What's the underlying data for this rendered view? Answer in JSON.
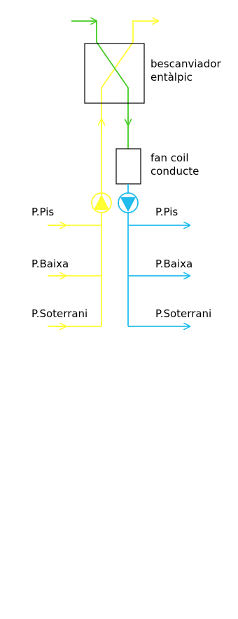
{
  "colors": {
    "yellow": "#ffff33",
    "green": "#44cc22",
    "blue": "#22bbee",
    "black": "#000000",
    "background": "#ffffff"
  },
  "components": {
    "exchanger": {
      "label_line1": "bescanviador",
      "label_line2": "entàlpic",
      "icon": "box"
    },
    "fancoil": {
      "label_line1": "fan coil",
      "label_line2": "conducte",
      "icon": "box"
    },
    "pump_yellow": {
      "icon": "pump-triangle-up"
    },
    "pump_blue": {
      "icon": "pump-triangle-down"
    }
  },
  "left_branches": [
    {
      "label": "P.Pis"
    },
    {
      "label": "P.Baixa"
    },
    {
      "label": "P.Soterrani"
    }
  ],
  "right_branches": [
    {
      "label": "P.Pis"
    },
    {
      "label": "P.Baixa"
    },
    {
      "label": "P.Soterrani"
    }
  ]
}
